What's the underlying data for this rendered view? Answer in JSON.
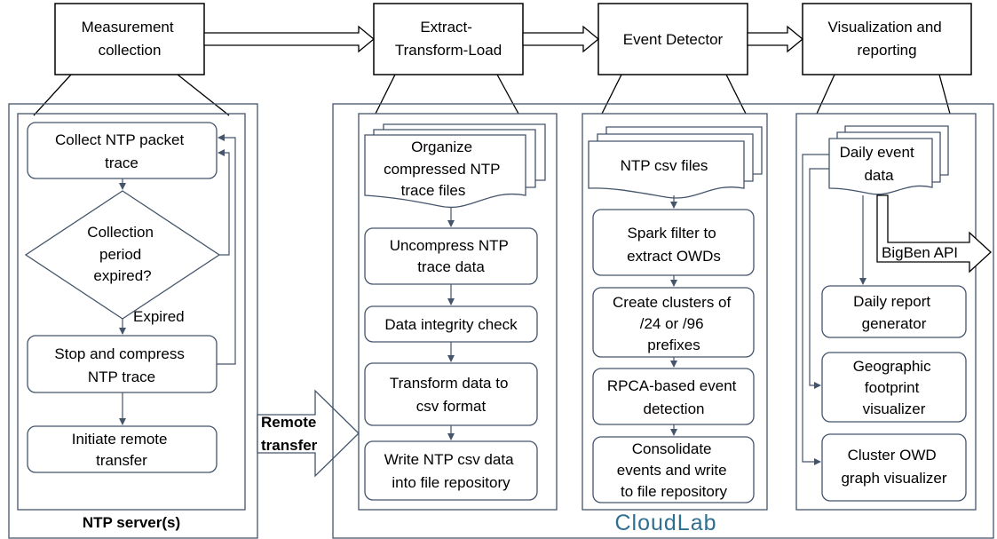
{
  "stages": {
    "measurement": [
      "Measurement",
      "collection"
    ],
    "etl": [
      "Extract-",
      "Transform-Load"
    ],
    "event": [
      "Event Detector"
    ],
    "viz": [
      "Visualization and",
      "reporting"
    ]
  },
  "server_panel": {
    "label": "NTP server(s)",
    "collect": [
      "Collect NTP packet",
      "trace"
    ],
    "decision": [
      "Collection",
      "period",
      "expired?"
    ],
    "expired": "Expired",
    "stop": [
      "Stop and compress",
      "NTP trace"
    ],
    "initiate": [
      "Initiate remote",
      "transfer"
    ]
  },
  "transfer": [
    "Remote",
    "transfer"
  ],
  "etl_panel": {
    "organize": [
      "Organize",
      "compressed NTP",
      "trace files"
    ],
    "uncompress": [
      "Uncompress NTP",
      "trace data"
    ],
    "integrity": [
      "Data integrity check"
    ],
    "transform": [
      "Transform data to",
      "csv format"
    ],
    "write": [
      "Write NTP csv data",
      "into file repository"
    ]
  },
  "event_panel": {
    "csv": [
      "NTP csv files"
    ],
    "spark": [
      "Spark filter to",
      "extract OWDs"
    ],
    "clusters": [
      "Create clusters of",
      "/24 or /96",
      "prefixes"
    ],
    "rpca": [
      "RPCA-based event",
      "detection"
    ],
    "consolidate": [
      "Consolidate",
      "events and write",
      "to file repository"
    ]
  },
  "viz_panel": {
    "daily": [
      "Daily event",
      "data"
    ],
    "api": "BigBen API",
    "report": [
      "Daily report",
      "generator"
    ],
    "geo": [
      "Geographic",
      "footprint",
      "visualizer"
    ],
    "cluster": [
      "Cluster OWD",
      "graph visualizer"
    ]
  },
  "logo": "CloudLab",
  "colors": {
    "panel_stroke": "#44546a",
    "logo": "#2f6f8f"
  }
}
